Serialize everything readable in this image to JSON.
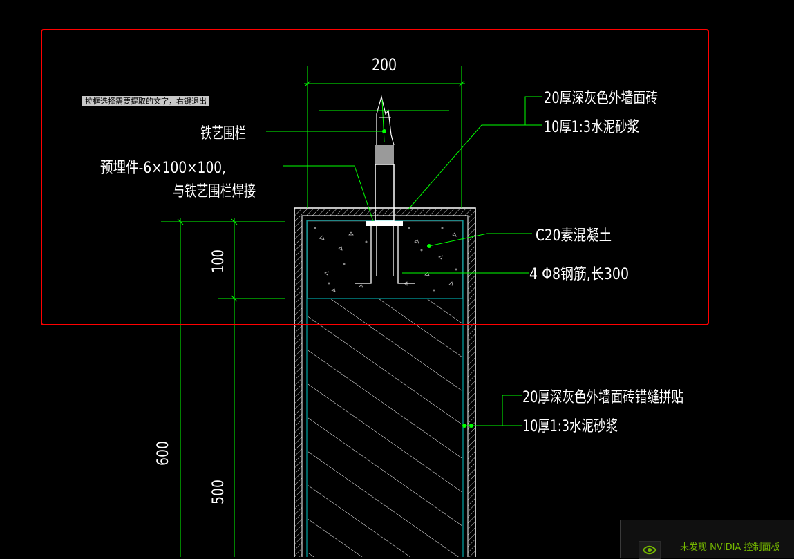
{
  "drawing": {
    "dim_width": "200",
    "dim_top": "100",
    "dim_total": "600",
    "dim_lower": "500",
    "labels": {
      "railing": "铁艺围栏",
      "embed_line1": "预埋件-6×100×100,",
      "embed_line2": "与铁艺围栏焊接",
      "tile_top_1": "20厚深灰色外墙面砖",
      "tile_top_2": "10厚1:3水泥砂浆",
      "concrete": "C20素混凝土",
      "rebar": "4 Φ8钢筋,长300",
      "tile_side_1": "20厚深灰色外墙面砖错缝拼贴",
      "tile_side_2": "10厚1:3水泥砂浆"
    },
    "colors": {
      "background": "#000000",
      "dimension": "#00ff00",
      "selection": "#ff0000",
      "text": "#ffffff"
    }
  },
  "prompt": {
    "tooltip": "拉框选择需要提取的文字，右键退出"
  },
  "notification": {
    "icon": "nvidia-icon",
    "text": "未发现 NVIDIA 控制面板"
  }
}
